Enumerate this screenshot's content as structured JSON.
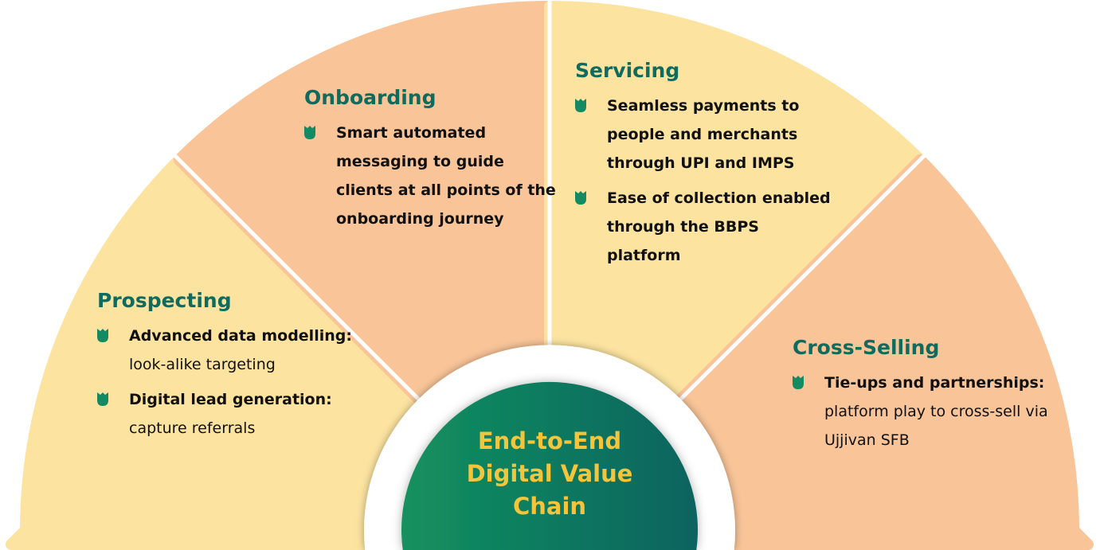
{
  "colors": {
    "light": "#fce3a0",
    "peach": "#f8c498",
    "title": "#0f6b5e",
    "center_text": "#f2c53d",
    "green_start": "#14915f",
    "green_end": "#07635e"
  },
  "center": {
    "lines": [
      "End-to-End",
      "Digital Value",
      "Chain"
    ]
  },
  "sections": [
    {
      "title": "Prospecting",
      "bullets": [
        {
          "bold": "Advanced data modelling:",
          "text": " look-alike targeting"
        },
        {
          "bold": "Digital lead generation:",
          "text": " capture referrals"
        }
      ]
    },
    {
      "title": "Onboarding",
      "bullets": [
        {
          "bold": "Smart automated messaging to guide clients at all points of the onboarding journey",
          "text": ""
        }
      ]
    },
    {
      "title": "Servicing",
      "bullets": [
        {
          "bold": "Seamless payments to people and merchants through UPI and IMPS",
          "text": ""
        },
        {
          "bold": "Ease of collection enabled through the BBPS platform",
          "text": ""
        }
      ]
    },
    {
      "title": "Cross-Selling",
      "bullets": [
        {
          "bold": "Tie-ups and partnerships:",
          "text": " platform play to cross-sell via Ujjivan SFB"
        }
      ]
    }
  ],
  "bullet_icon": "tulip-bullet-icon"
}
